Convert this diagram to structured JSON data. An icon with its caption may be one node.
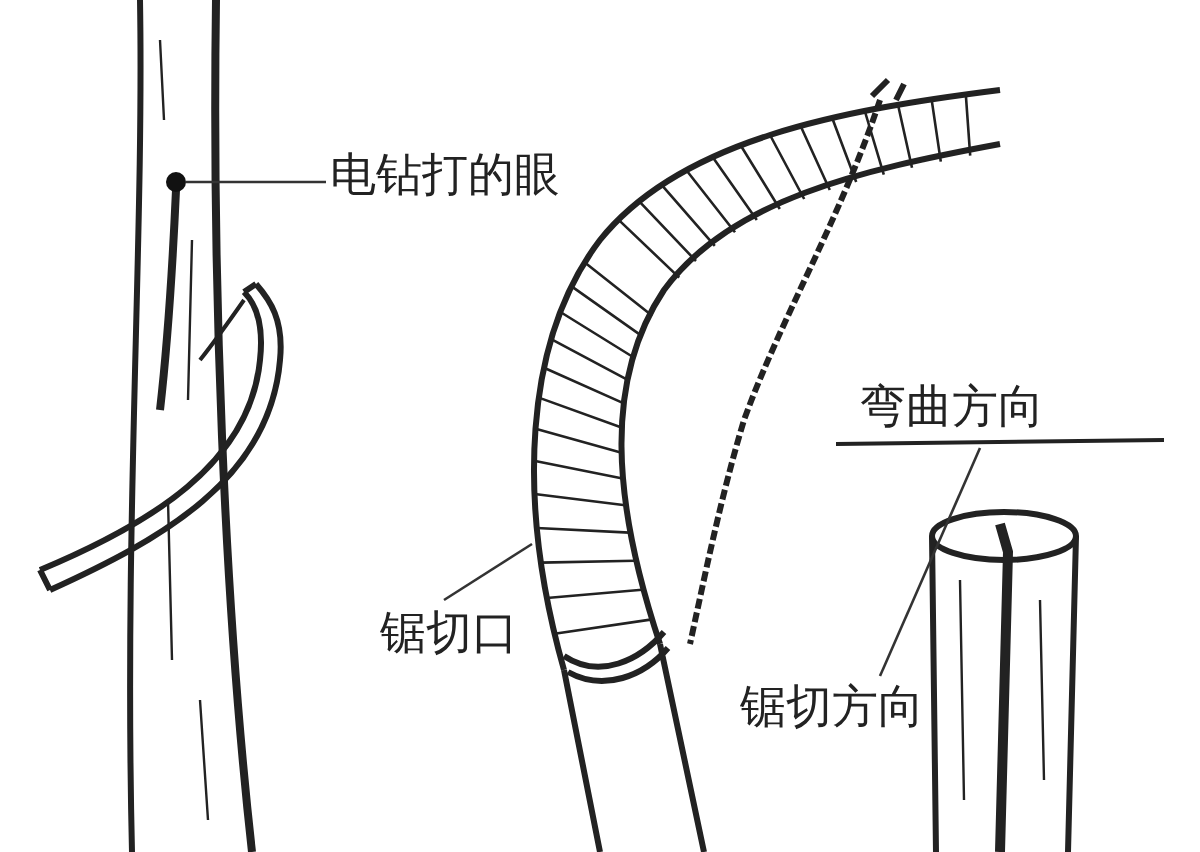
{
  "diagram": {
    "nodes": [
      {
        "text": [
          "电钻打的眼"
        ]
      },
      {
        "text": [],
        "shape": "circle"
      },
      {
        "text": [
          "锯切口"
        ]
      },
      {
        "text": [],
        "shape": "picture"
      },
      {
        "text": [
          "弯曲方向"
        ]
      },
      {
        "text": [
          "锯切方向"
        ]
      }
    ],
    "edges": [
      {
        "from": 0,
        "to": 1,
        "arrow": "none"
      },
      {
        "from": 2,
        "to": 3,
        "arrow": "none"
      },
      {
        "from": 5,
        "to": 4,
        "arrow": "none"
      }
    ]
  }
}
